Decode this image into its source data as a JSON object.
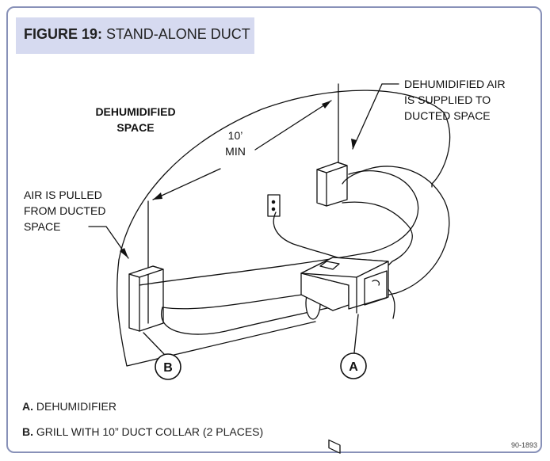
{
  "figure": {
    "number_label": "FIGURE 19:",
    "title": "STAND-ALONE DUCT"
  },
  "labels": {
    "dehumidified_space_line1": "DEHUMIDIFIED",
    "dehumidified_space_line2": "SPACE",
    "distance_line1": "10’",
    "distance_line2": "MIN",
    "supply_line1": "DEHUMIDIFIED AIR",
    "supply_line2": "IS SUPPLIED TO",
    "supply_line3": "DUCTED SPACE",
    "return_line1": "AIR IS PULLED",
    "return_line2": "FROM DUCTED",
    "return_line3": "SPACE",
    "callout_a": "A",
    "callout_b": "B"
  },
  "legend": [
    {
      "key": "A.",
      "text": "DEHUMIDIFIER"
    },
    {
      "key": "B.",
      "text": "GRILL WITH 10” DUCT COLLAR (2 PLACES)"
    }
  ],
  "drawing_code": "90-1893"
}
